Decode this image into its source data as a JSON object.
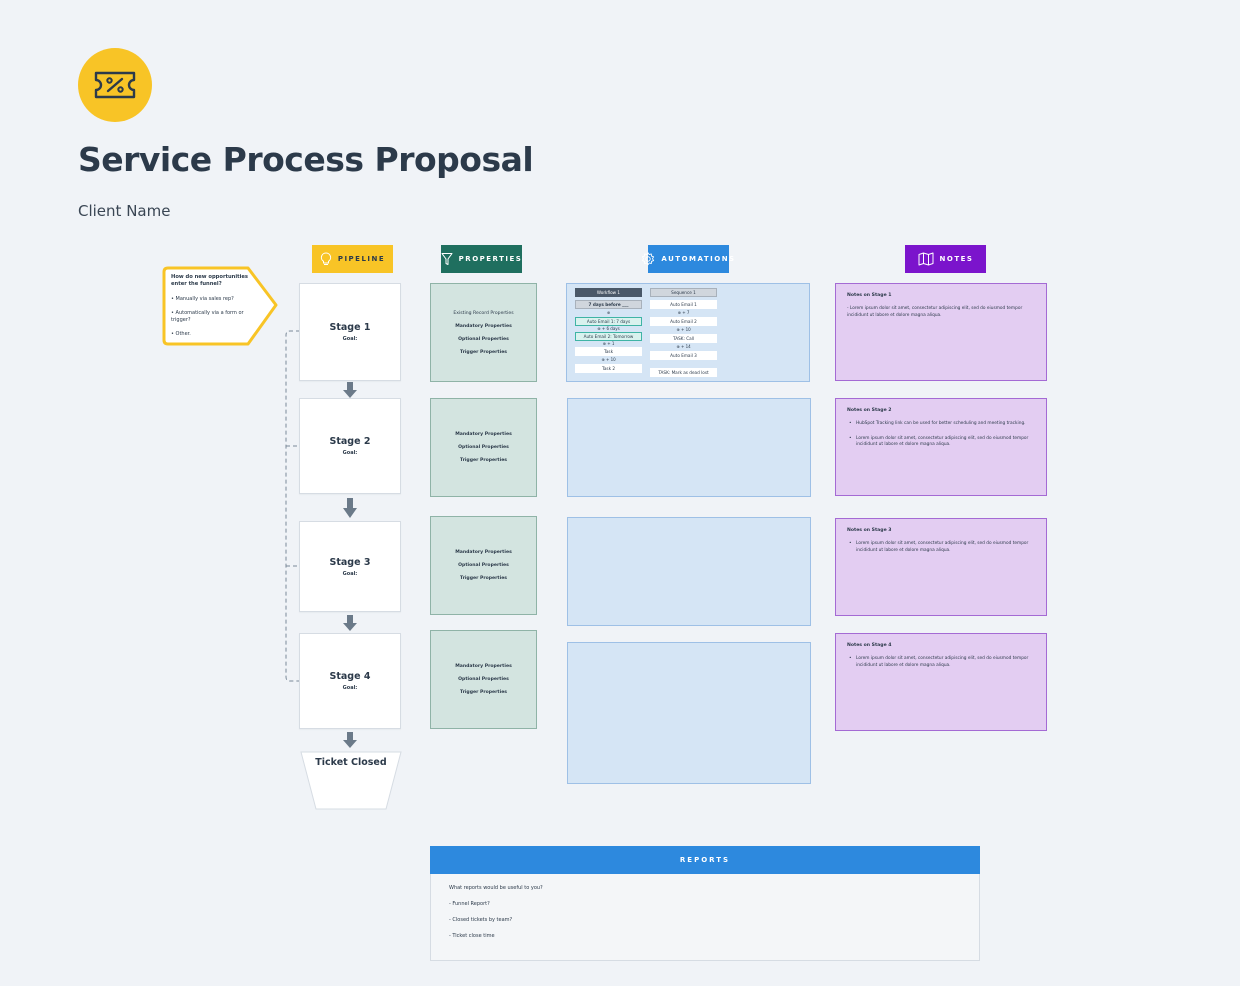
{
  "header": {
    "title": "Service Process Proposal",
    "subtitle": "Client Name",
    "logo_icon": "ticket-percent-icon"
  },
  "columns": {
    "pipeline": {
      "label": "Pipeline",
      "color": "#f8c426",
      "icon": "lightbulb-icon"
    },
    "properties": {
      "label": "Properties",
      "color": "#1f6f5f",
      "icon": "filter-icon"
    },
    "automations": {
      "label": "Automations",
      "color": "#2d89de",
      "icon": "gear-icon"
    },
    "notes": {
      "label": "Notes",
      "color": "#7b14cc",
      "icon": "map-icon"
    }
  },
  "callout": {
    "question": "How do new opportunities enter the funnel?",
    "options": [
      "• Manually via sales rep?",
      "• Automatically via a form or trigger?",
      "• Other."
    ]
  },
  "stages": [
    {
      "title": "Stage 1",
      "goal": "Goal:"
    },
    {
      "title": "Stage 2",
      "goal": "Goal:"
    },
    {
      "title": "Stage 3",
      "goal": "Goal:"
    },
    {
      "title": "Stage 4",
      "goal": "Goal:"
    }
  ],
  "final_stage": "Ticket Closed",
  "properties": [
    {
      "lines": [
        "Existing Record Properties",
        "Mandatory Properties",
        "Optional Properties",
        "Trigger Properties"
      ]
    },
    {
      "lines": [
        "Mandatory Properties",
        "Optional Properties",
        "Trigger Properties"
      ]
    },
    {
      "lines": [
        "Mandatory Properties",
        "Optional Properties",
        "Trigger Properties"
      ]
    },
    {
      "lines": [
        "Mandatory Properties",
        "Optional Properties",
        "Trigger Properties"
      ]
    }
  ],
  "automations": {
    "workflow": {
      "header": "Workflow 1",
      "trigger": "7 days before ___",
      "steps": [
        {
          "label": "Auto Email 1: 7 days",
          "style": "teal"
        },
        {
          "label": "Auto Email 2: Tomorrow",
          "style": "teal"
        },
        {
          "label": "Task",
          "style": "plain"
        },
        {
          "label": "Task 2",
          "style": "plain"
        }
      ],
      "waits": [
        "⊕",
        "⊕ + 6 days",
        "⊕ + 1",
        "⊕ + 10"
      ]
    },
    "sequence": {
      "header": "Sequence 1",
      "steps": [
        "Auto Email 1",
        "Auto Email 2",
        "TASK: Call",
        "Auto Email 3",
        "TASK: Mark as dead lost"
      ],
      "waits": [
        "⊕ + 7",
        "⊕ + 10",
        "⊕ + 14"
      ]
    }
  },
  "notes": [
    {
      "title": "Notes on Stage 1",
      "items": [
        "- Lorem ipsum dolor sit amet, consectetur adipiscing elit, sed do eiusmod tempor incididunt ut labore et dolore magna aliqua."
      ],
      "plain": true
    },
    {
      "title": "Notes on Stage 2",
      "items": [
        "HubSpot Tracking link can be used for better scheduling and meeting tracking.",
        "Lorem ipsum dolor sit amet, consectetur adipiscing elit, sed do eiusmod tempor incididunt ut labore et dolore magna aliqua."
      ]
    },
    {
      "title": "Notes on Stage 3",
      "items": [
        "Lorem ipsum dolor sit amet, consectetur adipiscing elit, sed do eiusmod tempor incididunt ut labore et dolore magna aliqua."
      ]
    },
    {
      "title": "Notes on Stage 4",
      "items": [
        "Lorem ipsum dolor sit amet, consectetur adipiscing elit, sed do eiusmod tempor incididunt ut labore et dolore magna aliqua."
      ]
    }
  ],
  "reports": {
    "label": "Reports",
    "question": "What reports would be useful to you?",
    "items": [
      "- Funnel Report?",
      "- Closed tickets by team?",
      "- Ticket close time"
    ]
  }
}
